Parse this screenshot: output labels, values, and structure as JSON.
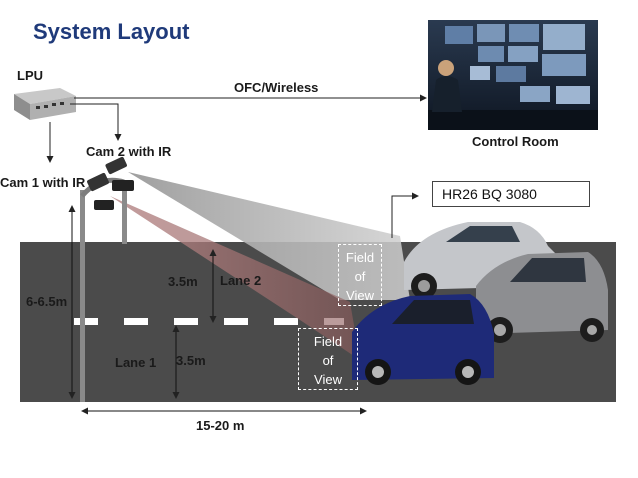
{
  "title": "System Layout",
  "lpu_label": "LPU",
  "link_label": "OFC/Wireless",
  "control_room_label": "Control Room",
  "cam1_label": "Cam 1 with IR",
  "cam2_label": "Cam 2 with IR",
  "plate_text": "HR26 BQ 3080",
  "fov_near": [
    "Field",
    "of",
    "View"
  ],
  "fov_far": [
    "Field",
    "of",
    "View"
  ],
  "height_label": "6-6.5m",
  "lane2_width": "3.5m",
  "lane2_label": "Lane 2",
  "lane1_label": "Lane 1",
  "lane1_width": "3.5m",
  "distance_label": "15-20 m",
  "colors": {
    "title": "#1f3a7a",
    "road": "#4b4b4b",
    "lane_marking": "#ffffff",
    "fov_gray": "#b8b8b8",
    "fov_red": "#b08585",
    "car_blue": "#1e2a78"
  }
}
